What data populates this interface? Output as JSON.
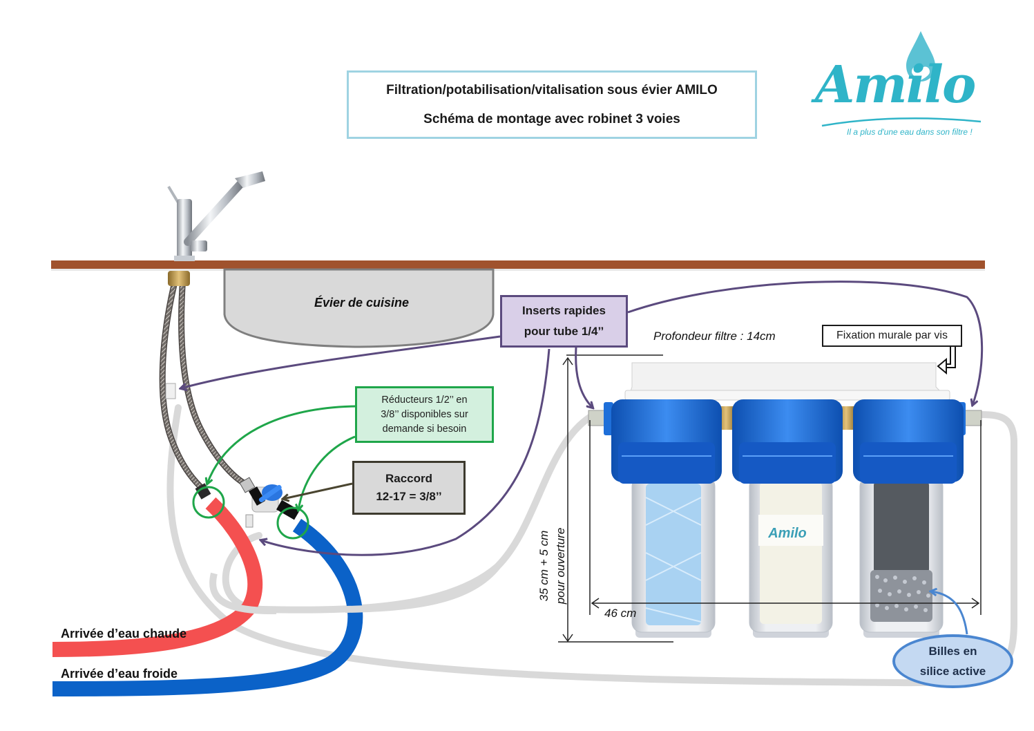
{
  "title": {
    "line1": "Filtration/potabilisation/vitalisation sous évier AMILO",
    "line2": "Schéma de montage avec robinet 3 voies"
  },
  "logo": {
    "brand": "Amilo",
    "tagline": "Il a plus d'une eau dans son filtre !",
    "icon": "water-drop-heart-icon",
    "color": "#2fb4c8"
  },
  "sink": {
    "label": "Évier de cuisine",
    "countertop_color": "#a0522d"
  },
  "callouts": {
    "inserts": {
      "line1": "Inserts rapides",
      "line2": "pour tube 1/4’’",
      "border_color": "#5b4a7e",
      "fill_color": "#d9cfe8"
    },
    "reducteurs": {
      "line1": "Réducteurs 1/2’’ en",
      "line2": "3/8’’ disponibles sur",
      "line3": "demande si besoin",
      "border_color": "#1fa64a",
      "fill_color": "#d3f0de"
    },
    "raccord": {
      "line1": "Raccord",
      "line2": "12-17 = 3/8’’",
      "border_color": "#3d3a2e",
      "fill_color": "#d9d9d9"
    },
    "fixation": {
      "text": "Fixation murale par vis"
    },
    "billes": {
      "line1": "Billes en",
      "line2": "silice active",
      "border_color": "#4a86d0",
      "fill_color": "#c4d9f2"
    }
  },
  "dimensions": {
    "depth": "Profondeur filtre : 14cm",
    "width": "46 cm",
    "height_line1": "35 cm + 5 cm",
    "height_line2": "pour  ouverture"
  },
  "supply": {
    "hot": {
      "label": "Arrivée d’eau chaude",
      "color": "#f45050"
    },
    "cold": {
      "label": "Arrivée d’eau froide",
      "color": "#0b62c8"
    }
  },
  "filters": [
    {
      "name": "sediment-cartridge",
      "cartridge_color": "#a9d2f2"
    },
    {
      "name": "amilo-cartridge",
      "cartridge_color": "#f3f2e6",
      "label": "Amilo"
    },
    {
      "name": "carbon-silica-cartridge",
      "cartridge_color": "#555a60"
    }
  ],
  "colors": {
    "tube": "#d9d9d9",
    "housing_blue": "#1e6fd9",
    "arrow_purple": "#5b4a7e",
    "arrow_green": "#1fa64a",
    "arrow_brown": "#4a4530",
    "arrow_blue": "#4a86d0"
  }
}
